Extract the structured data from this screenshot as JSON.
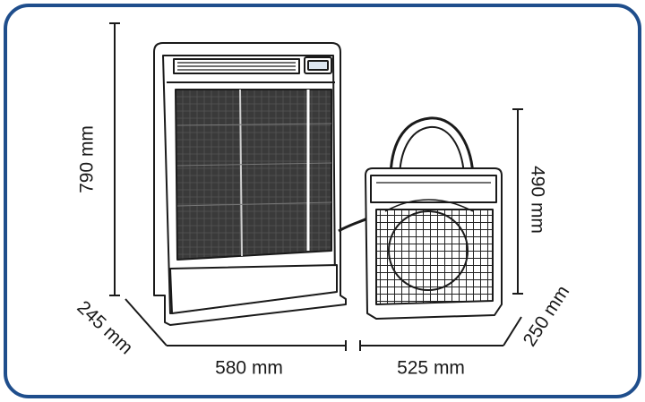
{
  "diagram": {
    "labels": {
      "height_indoor": "790 mm",
      "height_outdoor": "490 mm",
      "depth_indoor": "245 mm",
      "depth_outdoor": "250 mm",
      "width_indoor": "580 mm",
      "width_outdoor": "525 mm"
    },
    "colors": {
      "frame": "#1f4e8c",
      "line": "#1a1a1a",
      "grille": "#2b2b2b",
      "body": "#ffffff"
    },
    "icons": [
      "indoor-unit-icon",
      "outdoor-unit-icon"
    ]
  }
}
